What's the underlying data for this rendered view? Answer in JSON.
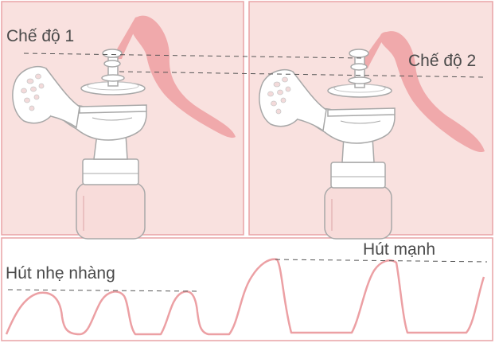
{
  "labels": {
    "mode_1": "Chế độ 1",
    "mode_2": "Chế độ 2",
    "gentle_suction": "Hút nhẹ nhàng",
    "strong_suction": "Hút mạnh"
  },
  "colors": {
    "panel_background": "#f9e1df",
    "border": "#e9a3a6",
    "milk_stream": "#f0a9ab",
    "pump_outline": "#a8a8a8",
    "pump_fill": "#ffffff",
    "bottle_fill": "#f8dcda",
    "wave_line": "#eca0a4",
    "dashed_line": "#555555",
    "text": "#4a4a4a"
  }
}
